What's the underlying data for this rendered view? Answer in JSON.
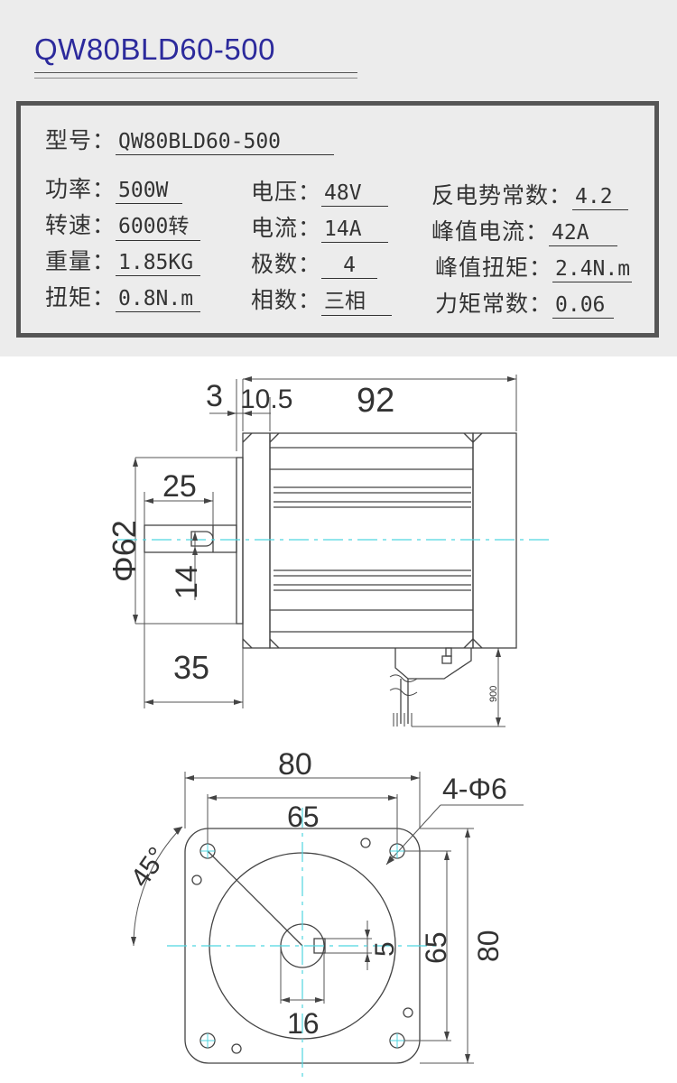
{
  "title": "QW80BLD60-500",
  "specs": {
    "model": {
      "label": "型号：",
      "value": "QW80BLD60-500"
    },
    "power": {
      "label": "功率：",
      "value": "500W"
    },
    "speed": {
      "label": "转速：",
      "value": "6000转"
    },
    "weight": {
      "label": "重量：",
      "value": "1.85KG"
    },
    "torque": {
      "label": "扭矩：",
      "value": "0.8N.m"
    },
    "voltage": {
      "label": "电压：",
      "value": "48V"
    },
    "current": {
      "label": "电流：",
      "value": "14A"
    },
    "poles": {
      "label": "极数：",
      "value": "4"
    },
    "phases": {
      "label": "相数：",
      "value": "三相"
    },
    "back_emf": {
      "label": "反电势常数：",
      "value": "4.2"
    },
    "peak_current": {
      "label": "峰值电流：",
      "value": "42A"
    },
    "peak_torque": {
      "label": "峰值扭矩：",
      "value": "2.4N.m"
    },
    "torque_const": {
      "label": "力矩常数：",
      "value": "0.06"
    }
  },
  "dims_side": {
    "flange": "3",
    "boss": "10.5",
    "body": "92",
    "shaft_len": "25",
    "dia": "Φ62",
    "shaft_dia": "14",
    "total_len": "35",
    "cable": "900"
  },
  "dims_front": {
    "width": "80",
    "hole_spacing_h": "65",
    "holes": "4-Φ6",
    "angle": "45°",
    "key": "5",
    "hole_spacing_v": "65",
    "height": "80",
    "shaft": "16"
  },
  "colors": {
    "title": "#2c2a9c",
    "centerline": "#4fd6e0",
    "line": "#333333"
  }
}
